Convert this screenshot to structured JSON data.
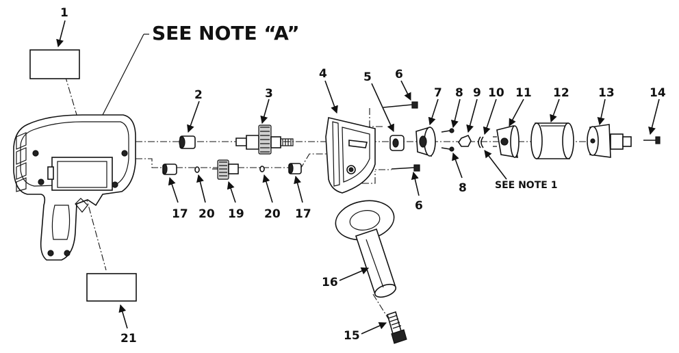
{
  "notes": {
    "note_a": "SEE NOTE “A”",
    "note_1": "SEE NOTE 1"
  },
  "callouts": [
    "1",
    "2",
    "3",
    "4",
    "5",
    "6",
    "7",
    "8",
    "9",
    "10",
    "11",
    "12",
    "13",
    "14",
    "6",
    "8",
    "17",
    "20",
    "19",
    "20",
    "17",
    "16",
    "15",
    "21"
  ]
}
